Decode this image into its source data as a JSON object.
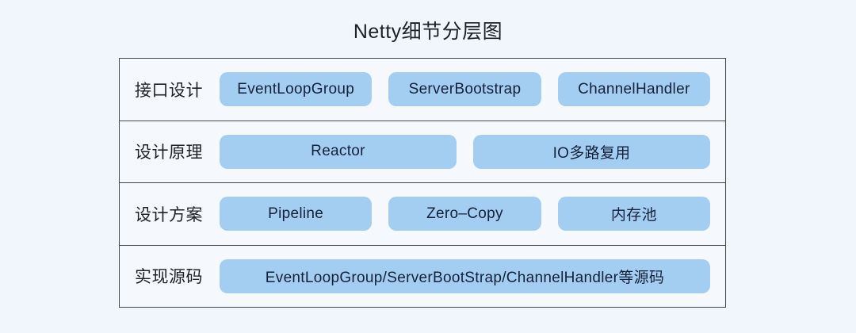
{
  "title": "Netty细节分层图",
  "colors": {
    "page_bg": "#f1f5fc",
    "table_bg": "#f5f8fd",
    "border": "#44464a",
    "pill_bg": "#a3cdf1",
    "pill_text": "#15213a",
    "label_text": "#1e2126"
  },
  "rows": [
    {
      "label": "接口设计",
      "pills": [
        "EventLoopGroup",
        "ServerBootstrap",
        "ChannelHandler"
      ]
    },
    {
      "label": "设计原理",
      "pills": [
        "Reactor",
        "IO多路复用"
      ]
    },
    {
      "label": "设计方案",
      "pills": [
        "Pipeline",
        "Zero–Copy",
        "内存池"
      ]
    },
    {
      "label": "实现源码",
      "pills": [
        "EventLoopGroup/ServerBootStrap/ChannelHandler等源码"
      ]
    }
  ]
}
